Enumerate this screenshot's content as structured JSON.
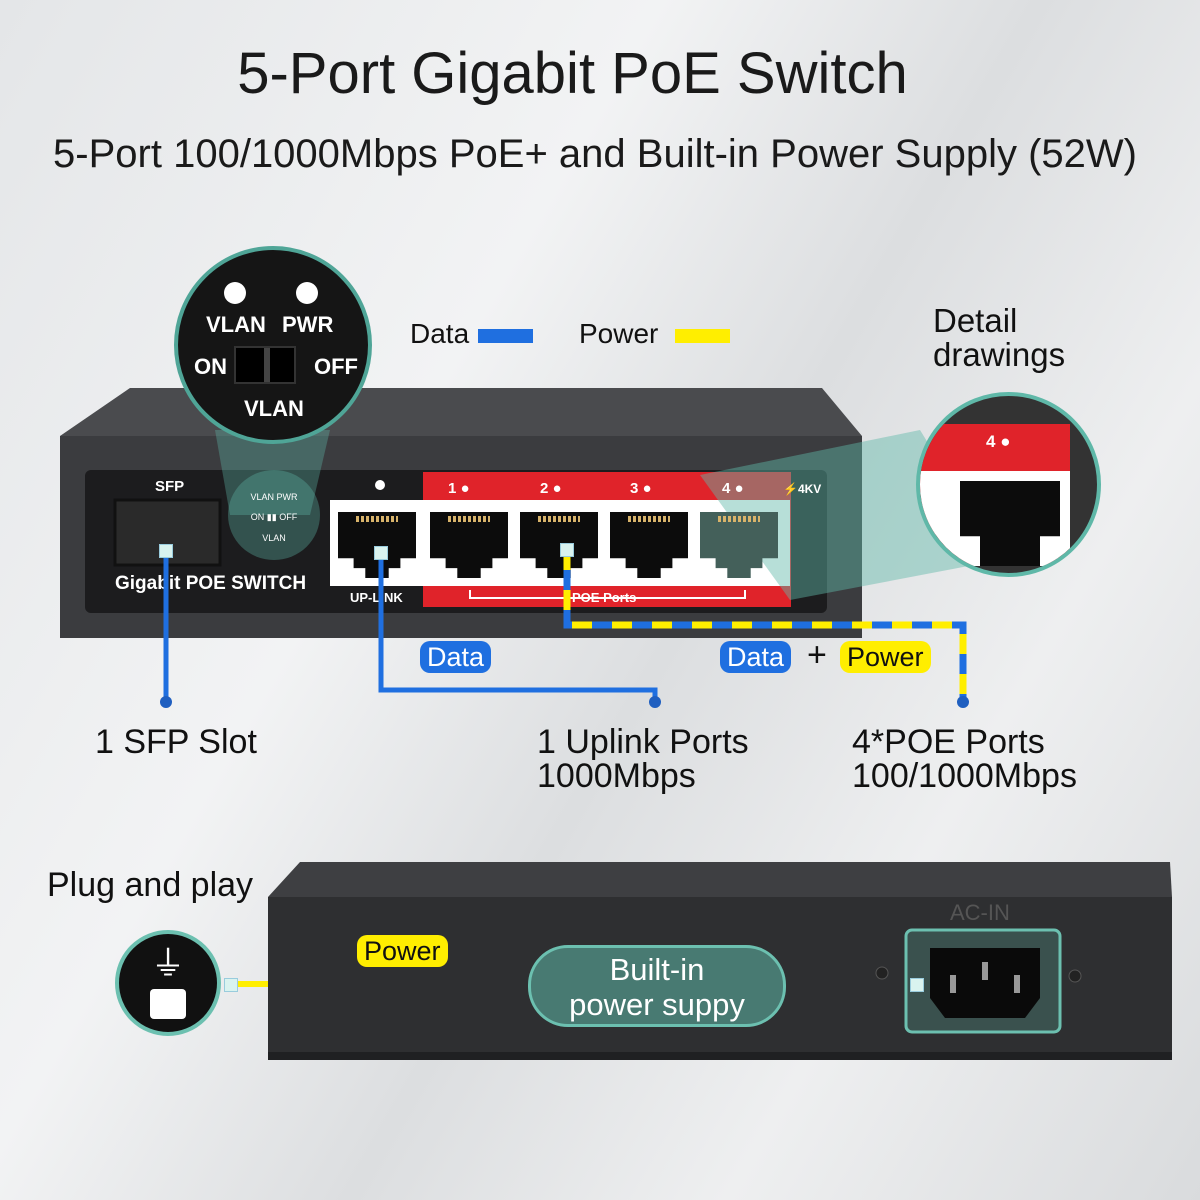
{
  "title": "5-Port Gigabit PoE Switch",
  "subtitle": "5-Port 100/1000Mbps PoE+ and Built-in Power Supply (52W)",
  "legend": {
    "data_label": "Data",
    "power_label": "Power",
    "data_color": "#1f6fe0",
    "power_color": "#ffee00"
  },
  "detail_label": "Detail drawings",
  "zoom_callout": {
    "led1": "VLAN",
    "led2": "PWR",
    "on": "ON",
    "off": "OFF",
    "switch": "VLAN"
  },
  "front_panel": {
    "sfp": "SFP",
    "brand": "Gigabit POE SWITCH",
    "uplink": "UP-LINK",
    "poe_ports": "POE Ports",
    "surge": "4KV",
    "led_vlan": "VLAN",
    "led_pwr": "PWR",
    "sw_on": "ON",
    "sw_off": "OFF",
    "sw_vlan": "VLAN",
    "ports": [
      {
        "label": "1"
      },
      {
        "label": "2"
      },
      {
        "label": "3"
      },
      {
        "label": "4"
      }
    ]
  },
  "detail_port": "4",
  "badges": {
    "data1": "Data",
    "data2": "Data",
    "plus": "+",
    "power": "Power"
  },
  "callouts": {
    "sfp": "1 SFP Slot",
    "uplink_1": "1 Uplink Ports",
    "uplink_2": "1000Mbps",
    "poe_1": "4*POE Ports",
    "poe_2": "100/1000Mbps"
  },
  "rear": {
    "plug_and_play": "Plug and play",
    "power_badge": "Power",
    "builtin_1": "Built-in",
    "builtin_2": "power suppy",
    "ac_in": "AC-IN"
  },
  "colors": {
    "accent_teal": "#5fb8a8",
    "poe_red": "#e0232a",
    "body": "#333436"
  }
}
